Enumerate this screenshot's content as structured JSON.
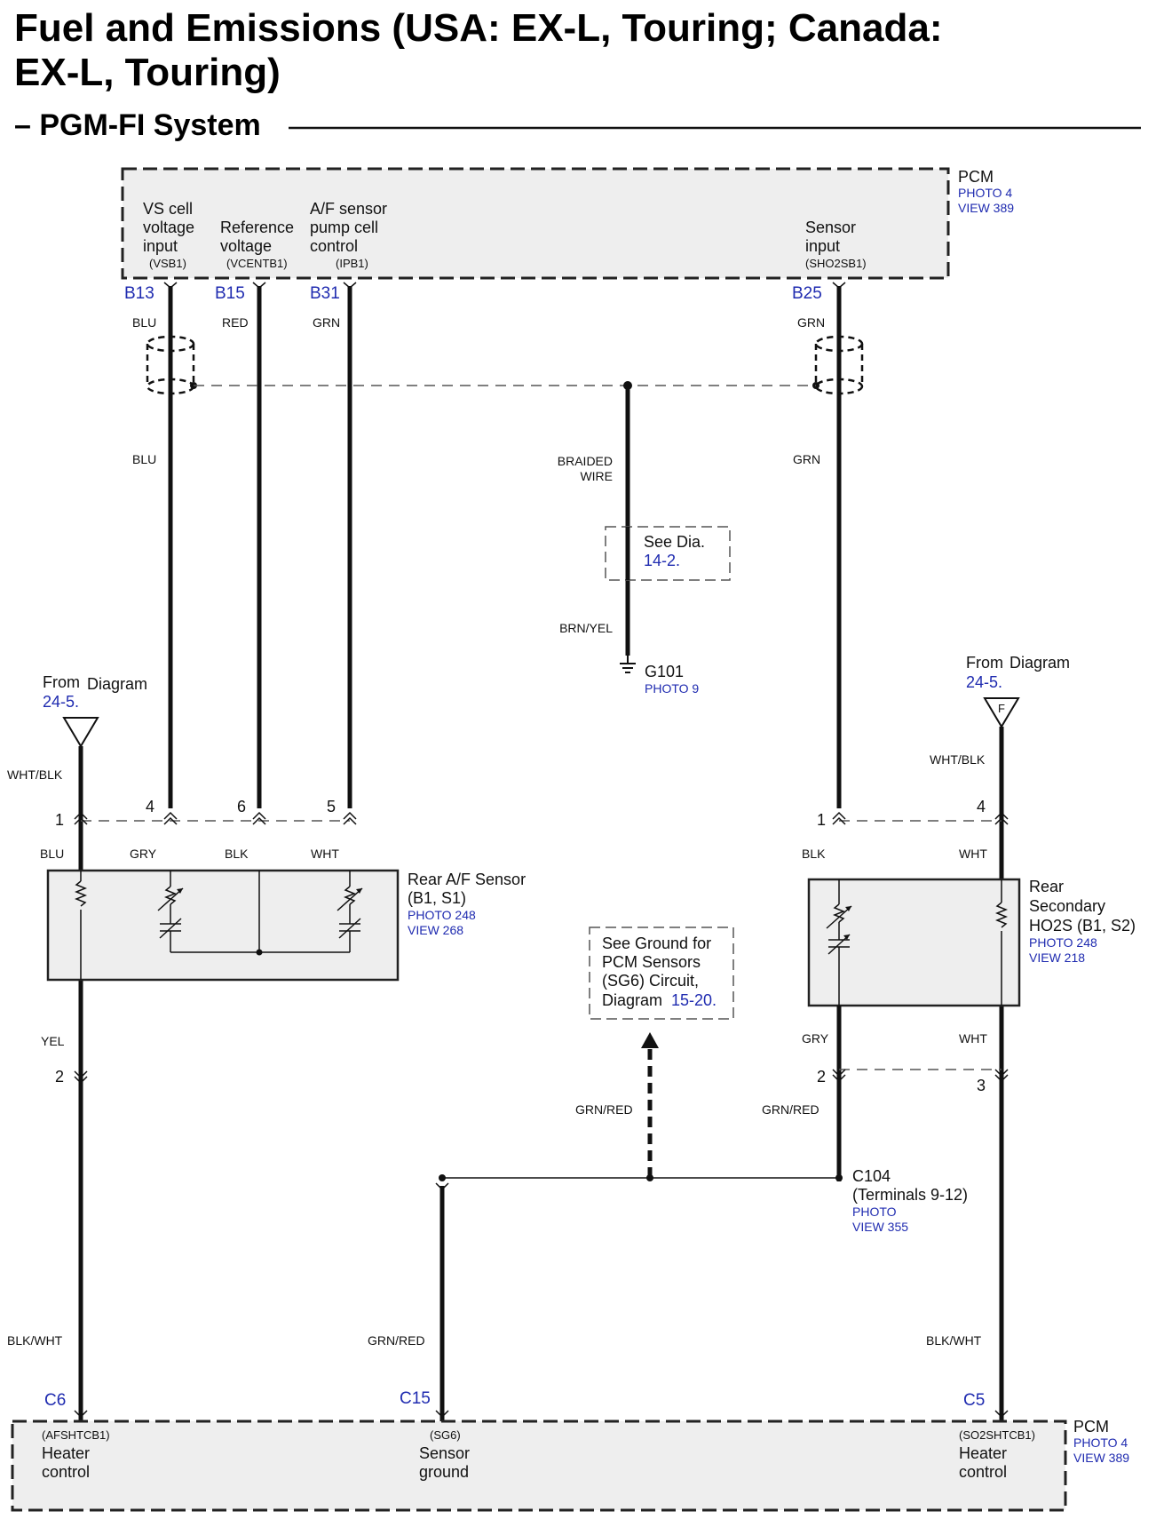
{
  "title": {
    "line1": "Fuel and Emissions (USA: EX-L, Touring; Canada:",
    "line2": "EX-L, Touring)",
    "section": "– PGM-FI System"
  },
  "pcm_top": {
    "name": "PCM",
    "photo": "PHOTO 4",
    "view": "VIEW 389",
    "terminals": [
      {
        "pin": "B13",
        "desc_lines": [
          "VS cell",
          "voltage",
          "input"
        ],
        "code": "(VSB1)",
        "wire": "BLU"
      },
      {
        "pin": "B15",
        "desc_lines": [
          "Reference",
          "voltage"
        ],
        "code": "(VCENTB1)",
        "wire": "RED"
      },
      {
        "pin": "B31",
        "desc_lines": [
          "A/F sensor",
          "pump cell",
          "control"
        ],
        "code": "(IPB1)",
        "wire": "GRN"
      },
      {
        "pin": "B25",
        "desc_lines": [
          "Sensor",
          "input"
        ],
        "code": "(SHO2SB1)",
        "wire": "GRN"
      }
    ]
  },
  "shield": {
    "wire_blu": "BLU",
    "wire_grn": "GRN",
    "braided_lines": [
      "BRAIDED",
      "WIRE"
    ],
    "see_dia": "See Dia.",
    "see_dia_ref": "14-2.",
    "brn_yel": "BRN/YEL",
    "ground": "G101",
    "ground_photo": "PHOTO 9"
  },
  "from_left": {
    "text": "From",
    "diagram": "Diagram",
    "ref": "24-5.",
    "wire": "WHT/BLK"
  },
  "from_right": {
    "text": "From",
    "diagram": "Diagram",
    "ref": "24-5.",
    "letter": "F",
    "wire": "WHT/BLK"
  },
  "af_sensor": {
    "name_lines": [
      "Rear A/F Sensor",
      "(B1, S1)"
    ],
    "photo": "PHOTO 248",
    "view": "VIEW 268",
    "pins": [
      "1",
      "4",
      "6",
      "5"
    ],
    "wires": [
      "BLU",
      "GRY",
      "BLK",
      "WHT"
    ],
    "bottom_wire": "YEL",
    "bottom_pin": "2"
  },
  "ho2s": {
    "name_lines": [
      "Rear",
      "Secondary",
      "HO2S (B1, S2)"
    ],
    "photo": "PHOTO 248",
    "view": "VIEW 218",
    "pins": [
      "1",
      "4"
    ],
    "wires": [
      "BLK",
      "WHT"
    ],
    "bottom_wires": [
      "GRY",
      "WHT"
    ],
    "bottom_pins": [
      "2",
      "3"
    ]
  },
  "ground_note": {
    "lines": [
      "See Ground for",
      "PCM Sensors",
      "(SG6) Circuit,"
    ],
    "diagram": "Diagram",
    "ref": "15-20."
  },
  "c104": {
    "grn_red_left": "GRN/RED",
    "grn_red_right": "GRN/RED",
    "name": "C104",
    "terminals": "(Terminals 9-12)",
    "photo": "PHOTO",
    "view": "VIEW 355"
  },
  "pcm_bottom": {
    "name": "PCM",
    "photo": "PHOTO 4",
    "view": "VIEW 389",
    "terminals": [
      {
        "pin": "C6",
        "code": "(AFSHTCB1)",
        "desc_lines": [
          "Heater",
          "control"
        ],
        "wire": "BLK/WHT"
      },
      {
        "pin": "C15",
        "code": "(SG6)",
        "desc_lines": [
          "Sensor",
          "ground"
        ],
        "wire": "GRN/RED"
      },
      {
        "pin": "C5",
        "code": "(SO2SHTCB1)",
        "desc_lines": [
          "Heater",
          "control"
        ],
        "wire": "BLK/WHT"
      }
    ]
  }
}
